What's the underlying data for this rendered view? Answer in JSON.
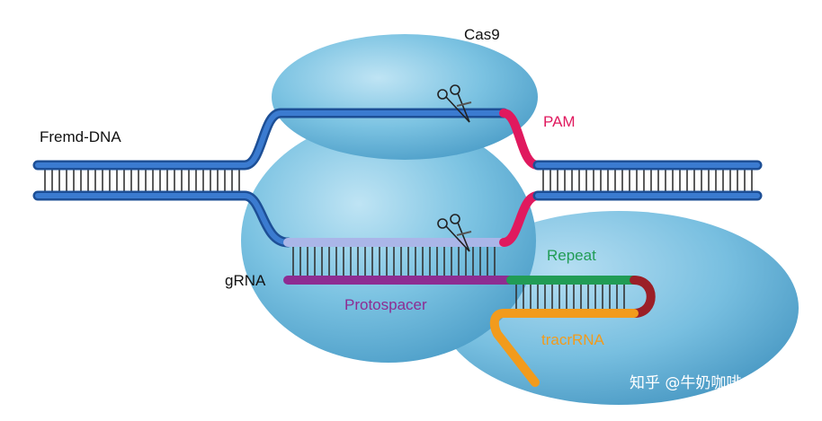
{
  "labels": {
    "cas9": "Cas9",
    "fremd_dna": "Fremd-DNA",
    "pam": "PAM",
    "grna": "gRNA",
    "repeat": "Repeat",
    "protospacer": "Protospacer",
    "tracrrna": "tracrRNA"
  },
  "watermark": "知乎 @牛奶咖啡",
  "icons": [
    "scissors-icon",
    "scissors-icon"
  ],
  "colors": {
    "protein": "#7cc3e2",
    "dna": "#2f6fc0",
    "pam": "#e0195e",
    "cleaved_strand": "#aab6e8",
    "protospacer": "#8e2c92",
    "repeat": "#219c55",
    "tracrrna": "#f29b1c",
    "loop": "#9b1f27"
  }
}
